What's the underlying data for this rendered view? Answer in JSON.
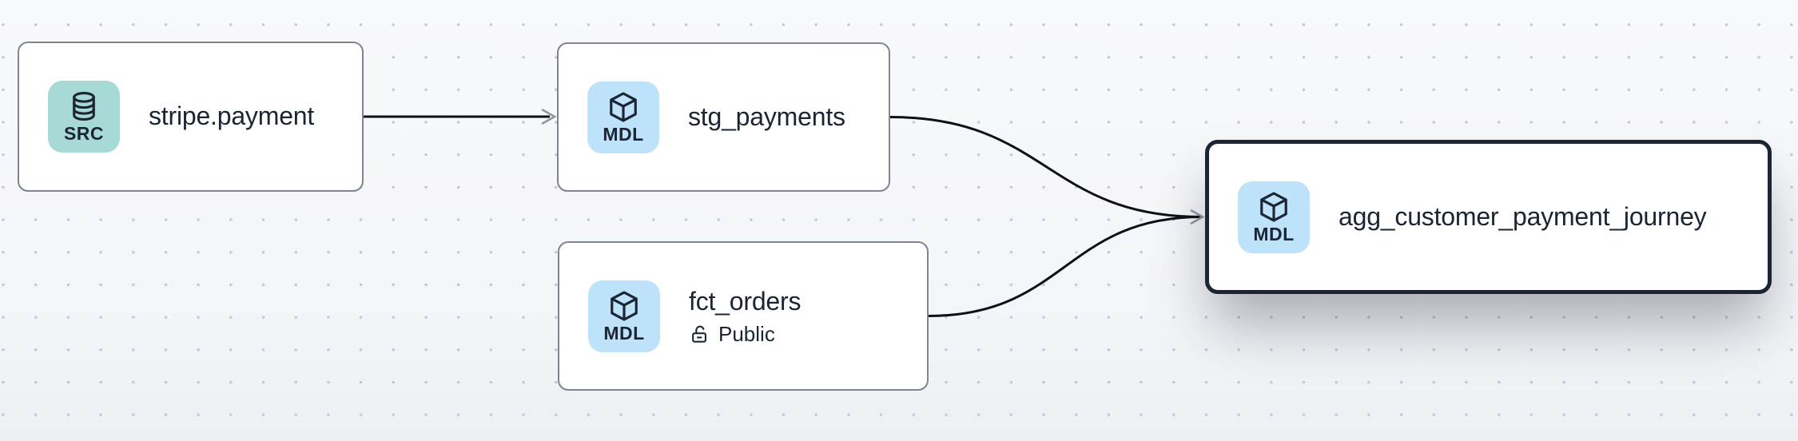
{
  "canvas": {
    "background_color": "#f6f7f9",
    "dot_color": "#c3c6cd",
    "edge_color": "#0d1016",
    "arrowhead_color": "#8f96a3",
    "node_border_color": "#7d8493",
    "selected_border_color": "#1c2534",
    "src_badge_color": "#a7dad6",
    "mdl_badge_color": "#bee2f9"
  },
  "nodes": [
    {
      "id": "stripe.payment",
      "title": "stripe.payment",
      "type_label": "SRC",
      "icon": "database-icon",
      "selected": false
    },
    {
      "id": "stg_payments",
      "title": "stg_payments",
      "type_label": "MDL",
      "icon": "cube-icon",
      "selected": false
    },
    {
      "id": "fct_orders",
      "title": "fct_orders",
      "type_label": "MDL",
      "icon": "cube-icon",
      "access_label": "Public",
      "selected": false
    },
    {
      "id": "agg_customer_payment_journey",
      "title": "agg_customer_payment_journey",
      "type_label": "MDL",
      "icon": "cube-icon",
      "selected": true
    }
  ],
  "edges": [
    {
      "from": "stripe.payment",
      "to": "stg_payments"
    },
    {
      "from": "stg_payments",
      "to": "agg_customer_payment_journey"
    },
    {
      "from": "fct_orders",
      "to": "agg_customer_payment_journey"
    }
  ]
}
